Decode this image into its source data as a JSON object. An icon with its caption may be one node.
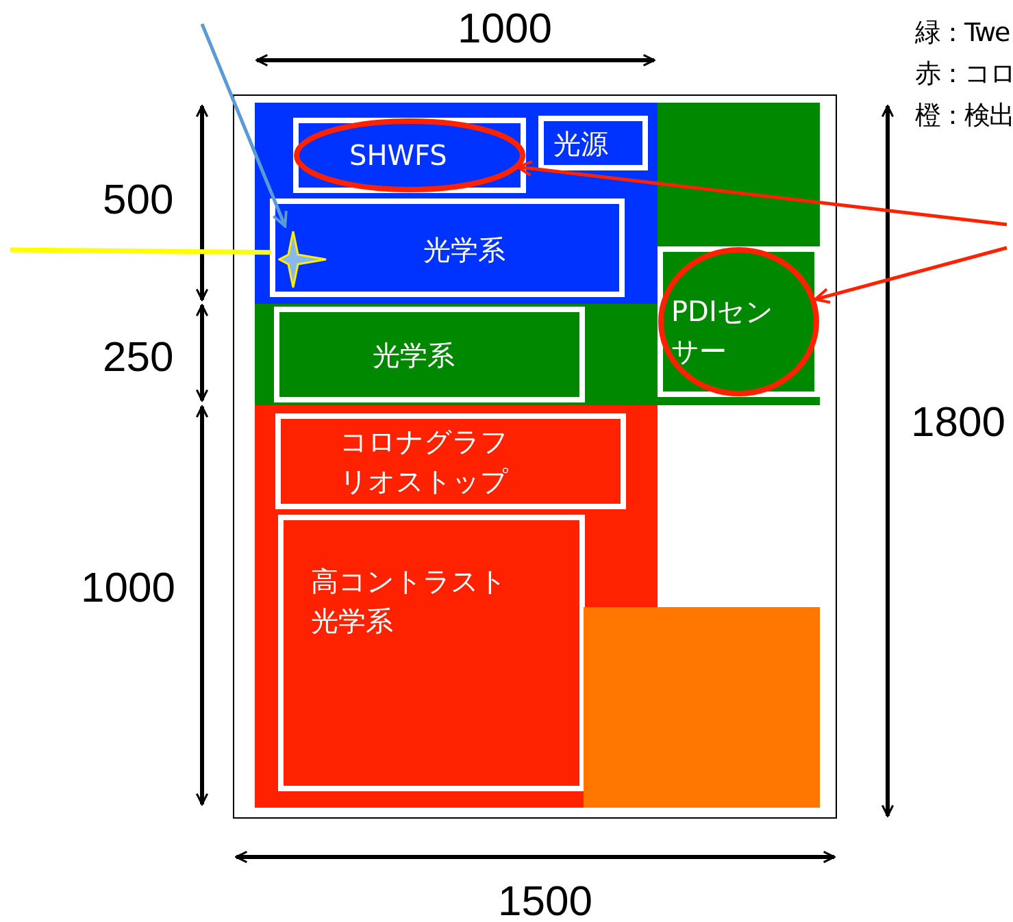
{
  "diagram": {
    "nodes": [
      {
        "text": [],
        "shape": "box"
      },
      {
        "text": [],
        "shape": "box",
        "in": 0
      },
      {
        "text": [
          "SHWFS"
        ],
        "in": 1
      },
      {
        "text": [
          "光源"
        ],
        "in": 1
      },
      {
        "text": [
          "光学系"
        ],
        "in": 1
      },
      {
        "text": [],
        "shape": "star",
        "in": 4
      },
      {
        "text": [],
        "shape": "box",
        "in": 0
      },
      {
        "text": [
          "光学系"
        ],
        "in": 6
      },
      {
        "text": [
          "PDIセンサー"
        ],
        "in": 6
      },
      {
        "text": [],
        "shape": "box",
        "in": 0
      },
      {
        "text": [
          "コロナグラフリオストップ"
        ],
        "in": 9
      },
      {
        "text": [
          "高コントラスト光学系"
        ],
        "in": 9
      },
      {
        "text": [],
        "shape": "box",
        "in": 0
      }
    ],
    "edges": [
      {
        "from": null,
        "to": 2,
        "arrow": "to",
        "color": "#ff2200"
      },
      {
        "from": null,
        "to": 8,
        "arrow": "to",
        "color": "#ff2200"
      },
      {
        "from": null,
        "to": 5,
        "arrow": "to",
        "color": "#5b9bd5"
      },
      {
        "from": null,
        "to": 5,
        "arrow": "none",
        "color": "#ffff00"
      }
    ],
    "labels": [
      "1000",
      "500",
      "250",
      "1000",
      "1800",
      "1500",
      "緑：Twe",
      "赤：コロ",
      "橙：検出"
    ]
  }
}
